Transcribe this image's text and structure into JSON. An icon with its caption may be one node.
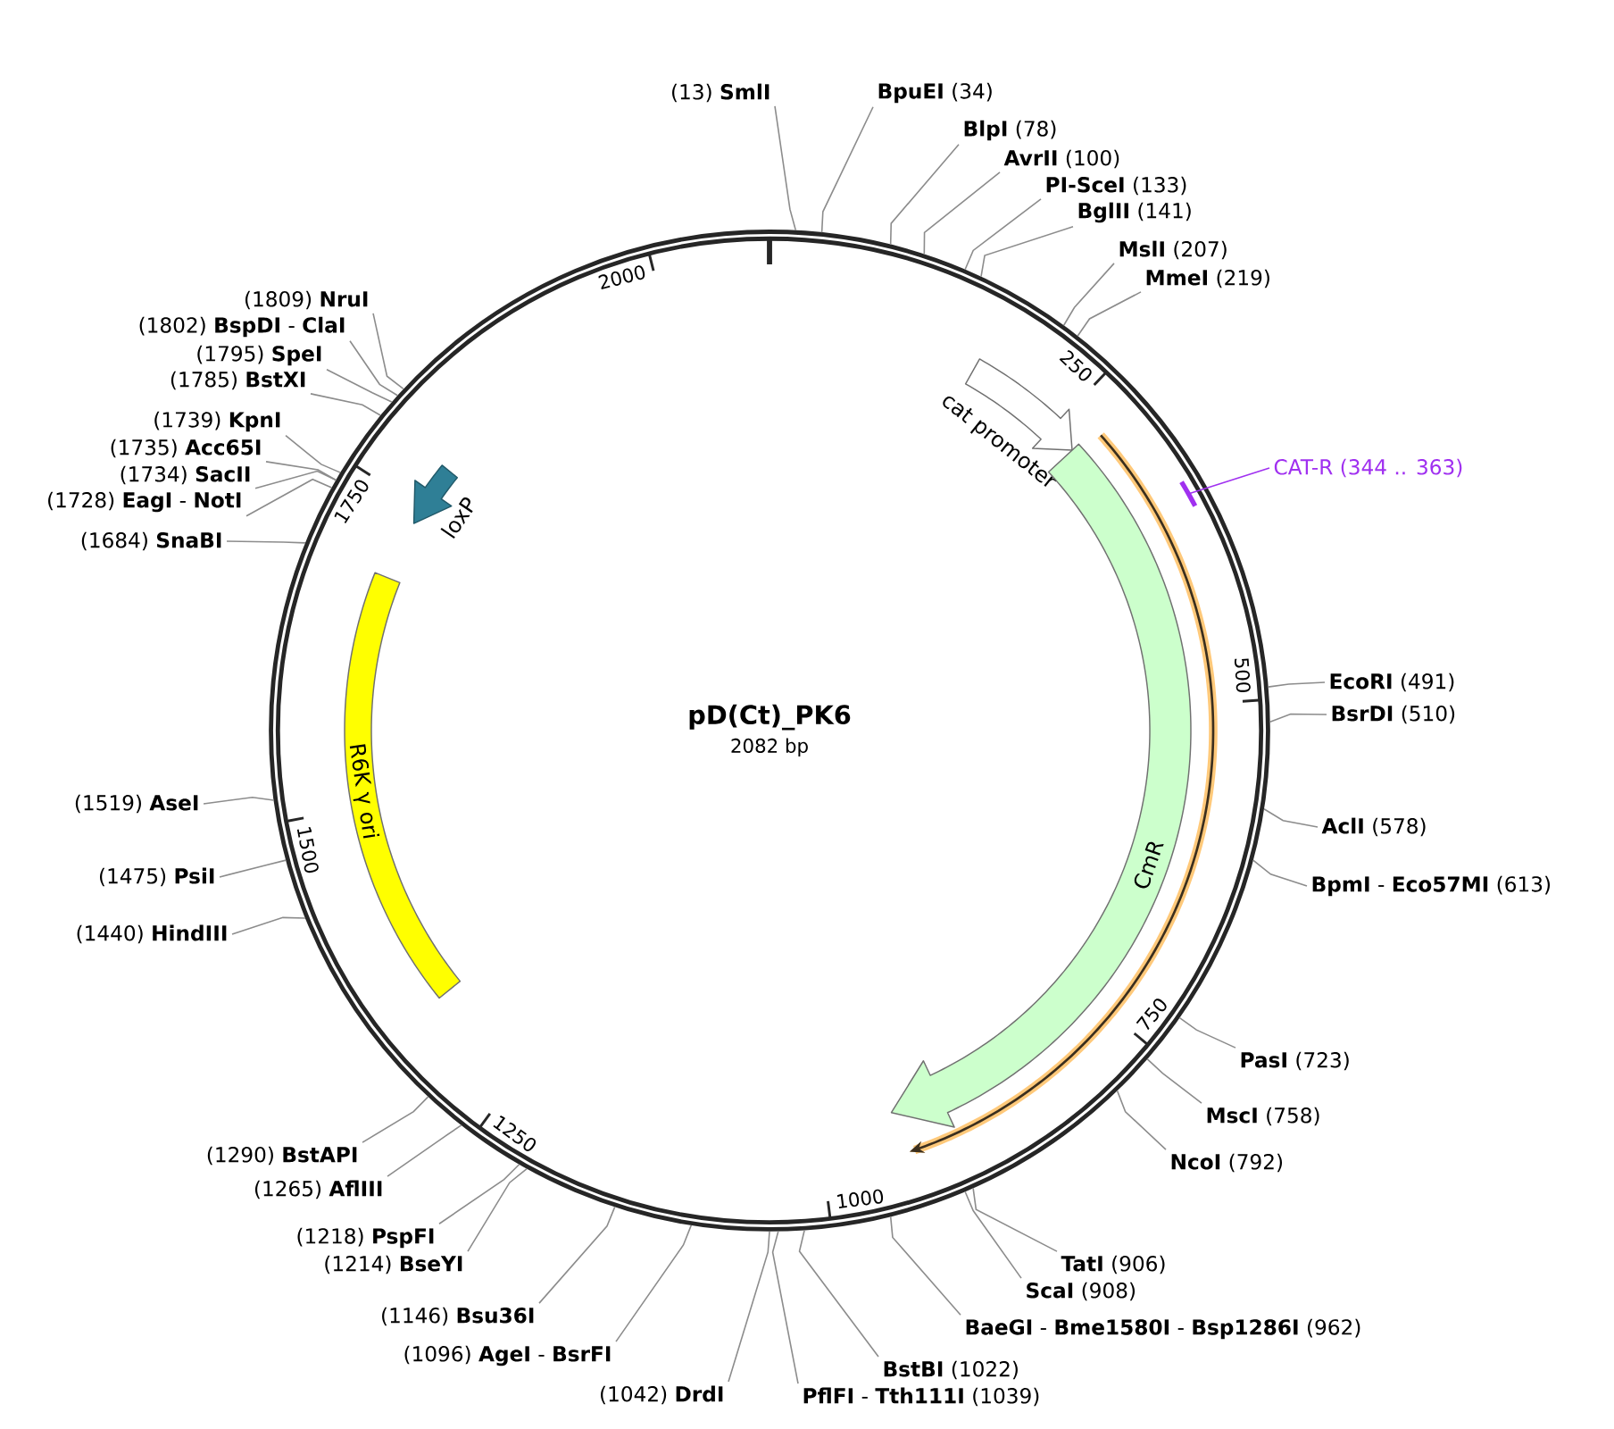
{
  "diagram": {
    "nodes": [
      {
        "text": [
          "pD(Ct)_PK6",
          "2082 bp"
        ]
      },
      {
        "text": [
          "cat promoter"
        ],
        "in": 0
      },
      {
        "text": [
          "CmR"
        ],
        "in": 0
      },
      {
        "text": [],
        "shape": "bar",
        "in": 0
      },
      {
        "text": [
          "R6K γ ori"
        ],
        "in": 0
      },
      {
        "text": [
          "loxP"
        ],
        "in": 0
      },
      {
        "text": [
          "CAT-R (344 .. 363)"
        ]
      },
      {
        "text": [
          "(13) **SmlI**"
        ]
      },
      {
        "text": [
          "**BpuEI** (34)"
        ]
      },
      {
        "text": [
          "**BlpI** (78)"
        ]
      },
      {
        "text": [
          "**AvrII** (100)"
        ]
      },
      {
        "text": [
          "**PI-SceI** (133)"
        ]
      },
      {
        "text": [
          "**BglII** (141)"
        ]
      },
      {
        "text": [
          "**MslI** (207)"
        ]
      },
      {
        "text": [
          "**MmeI** (219)"
        ]
      },
      {
        "text": [
          "**EcoRI** (491)"
        ]
      },
      {
        "text": [
          "**BsrDI** (510)"
        ]
      },
      {
        "text": [
          "**AclI** (578)"
        ]
      },
      {
        "text": [
          "**BpmI** - **Eco57MI** (613)"
        ]
      },
      {
        "text": [
          "**PasI** (723)"
        ]
      },
      {
        "text": [
          "**MscI** (758)"
        ]
      },
      {
        "text": [
          "**NcoI** (792)"
        ]
      },
      {
        "text": [
          "**TatI** (906)"
        ]
      },
      {
        "text": [
          "**ScaI** (908)"
        ]
      },
      {
        "text": [
          "**BaeGI** - **Bme1580I** - **Bsp1286I** (962)"
        ]
      },
      {
        "text": [
          "**BstBI** (1022)"
        ]
      },
      {
        "text": [
          "**PflFI** - **Tth111I** (1039)"
        ]
      },
      {
        "text": [
          "(1042) **DrdI**"
        ]
      },
      {
        "text": [
          "(1096) **AgeI** - **BsrFI**"
        ]
      },
      {
        "text": [
          "(1146) **Bsu36I**"
        ]
      },
      {
        "text": [
          "(1214) **BseYI**"
        ]
      },
      {
        "text": [
          "(1218) **PspFI**"
        ]
      },
      {
        "text": [
          "(1265) **AflIII**"
        ]
      },
      {
        "text": [
          "(1290) **BstAPI**"
        ]
      },
      {
        "text": [
          "(1440) **HindIII**"
        ]
      },
      {
        "text": [
          "(1475) **PsiI**"
        ]
      },
      {
        "text": [
          "(1519) **AseI**"
        ]
      },
      {
        "text": [
          "(1684) **SnaBI**"
        ]
      },
      {
        "text": [
          "(1728) **EagI** - **NotI**"
        ]
      },
      {
        "text": [
          "(1734) **SacII**"
        ]
      },
      {
        "text": [
          "(1735) **Acc65I**"
        ]
      },
      {
        "text": [
          "(1739) **KpnI**"
        ]
      },
      {
        "text": [
          "(1785) **BstXI**"
        ]
      },
      {
        "text": [
          "(1795) **SpeI**"
        ]
      },
      {
        "text": [
          "(1802) **BspDI** - **ClaI**"
        ]
      },
      {
        "text": [
          "(1809) **NruI**"
        ]
      }
    ],
    "edges": [
      {
        "from": 6,
        "to": 3,
        "arrow": "none",
        "color": "#a030f0"
      },
      {
        "from": 7,
        "to": 0,
        "arrow": "none"
      },
      {
        "from": 8,
        "to": 0,
        "arrow": "none"
      },
      {
        "from": 9,
        "to": 0,
        "arrow": "none"
      },
      {
        "from": 10,
        "to": 0,
        "arrow": "none"
      },
      {
        "from": 11,
        "to": 0,
        "arrow": "none"
      },
      {
        "from": 12,
        "to": 0,
        "arrow": "none"
      },
      {
        "from": 13,
        "to": 0,
        "arrow": "none"
      },
      {
        "from": 14,
        "to": 0,
        "arrow": "none"
      },
      {
        "from": 15,
        "to": 0,
        "arrow": "none"
      },
      {
        "from": 16,
        "to": 0,
        "arrow": "none"
      },
      {
        "from": 17,
        "to": 0,
        "arrow": "none"
      },
      {
        "from": 18,
        "to": 0,
        "arrow": "none"
      },
      {
        "from": 19,
        "to": 0,
        "arrow": "none"
      },
      {
        "from": 20,
        "to": 0,
        "arrow": "none"
      },
      {
        "from": 21,
        "to": 0,
        "arrow": "none"
      },
      {
        "from": 22,
        "to": 0,
        "arrow": "none"
      },
      {
        "from": 23,
        "to": 0,
        "arrow": "none"
      },
      {
        "from": 24,
        "to": 0,
        "arrow": "none"
      },
      {
        "from": 25,
        "to": 0,
        "arrow": "none"
      },
      {
        "from": 26,
        "to": 0,
        "arrow": "none"
      },
      {
        "from": 27,
        "to": 0,
        "arrow": "none"
      },
      {
        "from": 28,
        "to": 0,
        "arrow": "none"
      },
      {
        "from": 29,
        "to": 0,
        "arrow": "none"
      },
      {
        "from": 30,
        "to": 0,
        "arrow": "none"
      },
      {
        "from": 31,
        "to": 0,
        "arrow": "none"
      },
      {
        "from": 32,
        "to": 0,
        "arrow": "none"
      },
      {
        "from": 33,
        "to": 0,
        "arrow": "none"
      },
      {
        "from": 34,
        "to": 0,
        "arrow": "none"
      },
      {
        "from": 35,
        "to": 0,
        "arrow": "none"
      },
      {
        "from": 36,
        "to": 0,
        "arrow": "none"
      },
      {
        "from": 37,
        "to": 0,
        "arrow": "none"
      },
      {
        "from": 38,
        "to": 0,
        "arrow": "none"
      },
      {
        "from": 39,
        "to": 0,
        "arrow": "none"
      },
      {
        "from": 40,
        "to": 0,
        "arrow": "none"
      },
      {
        "from": 41,
        "to": 0,
        "arrow": "none"
      },
      {
        "from": 42,
        "to": 0,
        "arrow": "none"
      },
      {
        "from": 43,
        "to": 0,
        "arrow": "none"
      },
      {
        "from": 44,
        "to": 0,
        "arrow": "none"
      },
      {
        "from": 45,
        "to": 0,
        "arrow": "none"
      }
    ],
    "labels": [
      "250",
      "500",
      "750",
      "1000",
      "1250",
      "1500",
      "1750",
      "2000"
    ]
  }
}
